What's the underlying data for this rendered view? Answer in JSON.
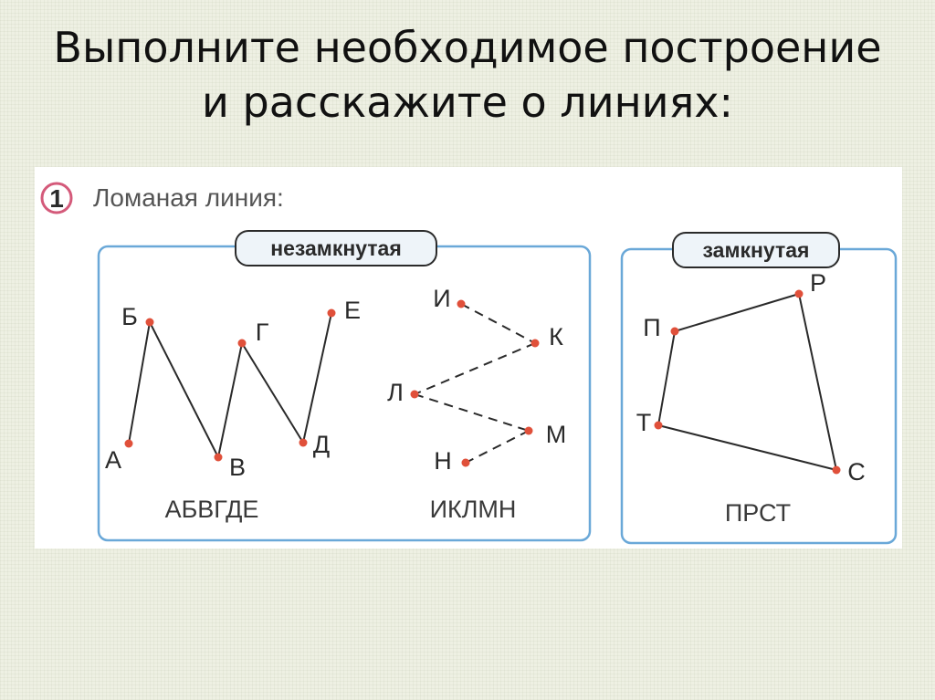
{
  "slide": {
    "title_line1": "Выполните необходимое построение",
    "title_line2": "и расскажите о линиях:"
  },
  "exercise": {
    "number": "1",
    "heading": "Ломаная линия:"
  },
  "colors": {
    "panel_border": "#6aa8d8",
    "number_circle": "#d45a7a",
    "point": "#e0503a",
    "line": "#2a2a2a",
    "tag_fill": "#eef4f9"
  },
  "panels": {
    "open": {
      "tag": "незамкнутая",
      "shapes": [
        {
          "name": "АБВГДЕ",
          "style": "solid",
          "points": [
            {
              "label": "А"
            },
            {
              "label": "Б"
            },
            {
              "label": "В"
            },
            {
              "label": "Г"
            },
            {
              "label": "Д"
            },
            {
              "label": "Е"
            }
          ]
        },
        {
          "name": "ИКЛМН",
          "style": "dashed",
          "points": [
            {
              "label": "И"
            },
            {
              "label": "К"
            },
            {
              "label": "Л"
            },
            {
              "label": "М"
            },
            {
              "label": "Н"
            }
          ]
        }
      ]
    },
    "closed": {
      "tag": "замкнутая",
      "shapes": [
        {
          "name": "ПРСТ",
          "style": "solid",
          "points": [
            {
              "label": "П"
            },
            {
              "label": "Р"
            },
            {
              "label": "С"
            },
            {
              "label": "Т"
            }
          ]
        }
      ]
    }
  }
}
